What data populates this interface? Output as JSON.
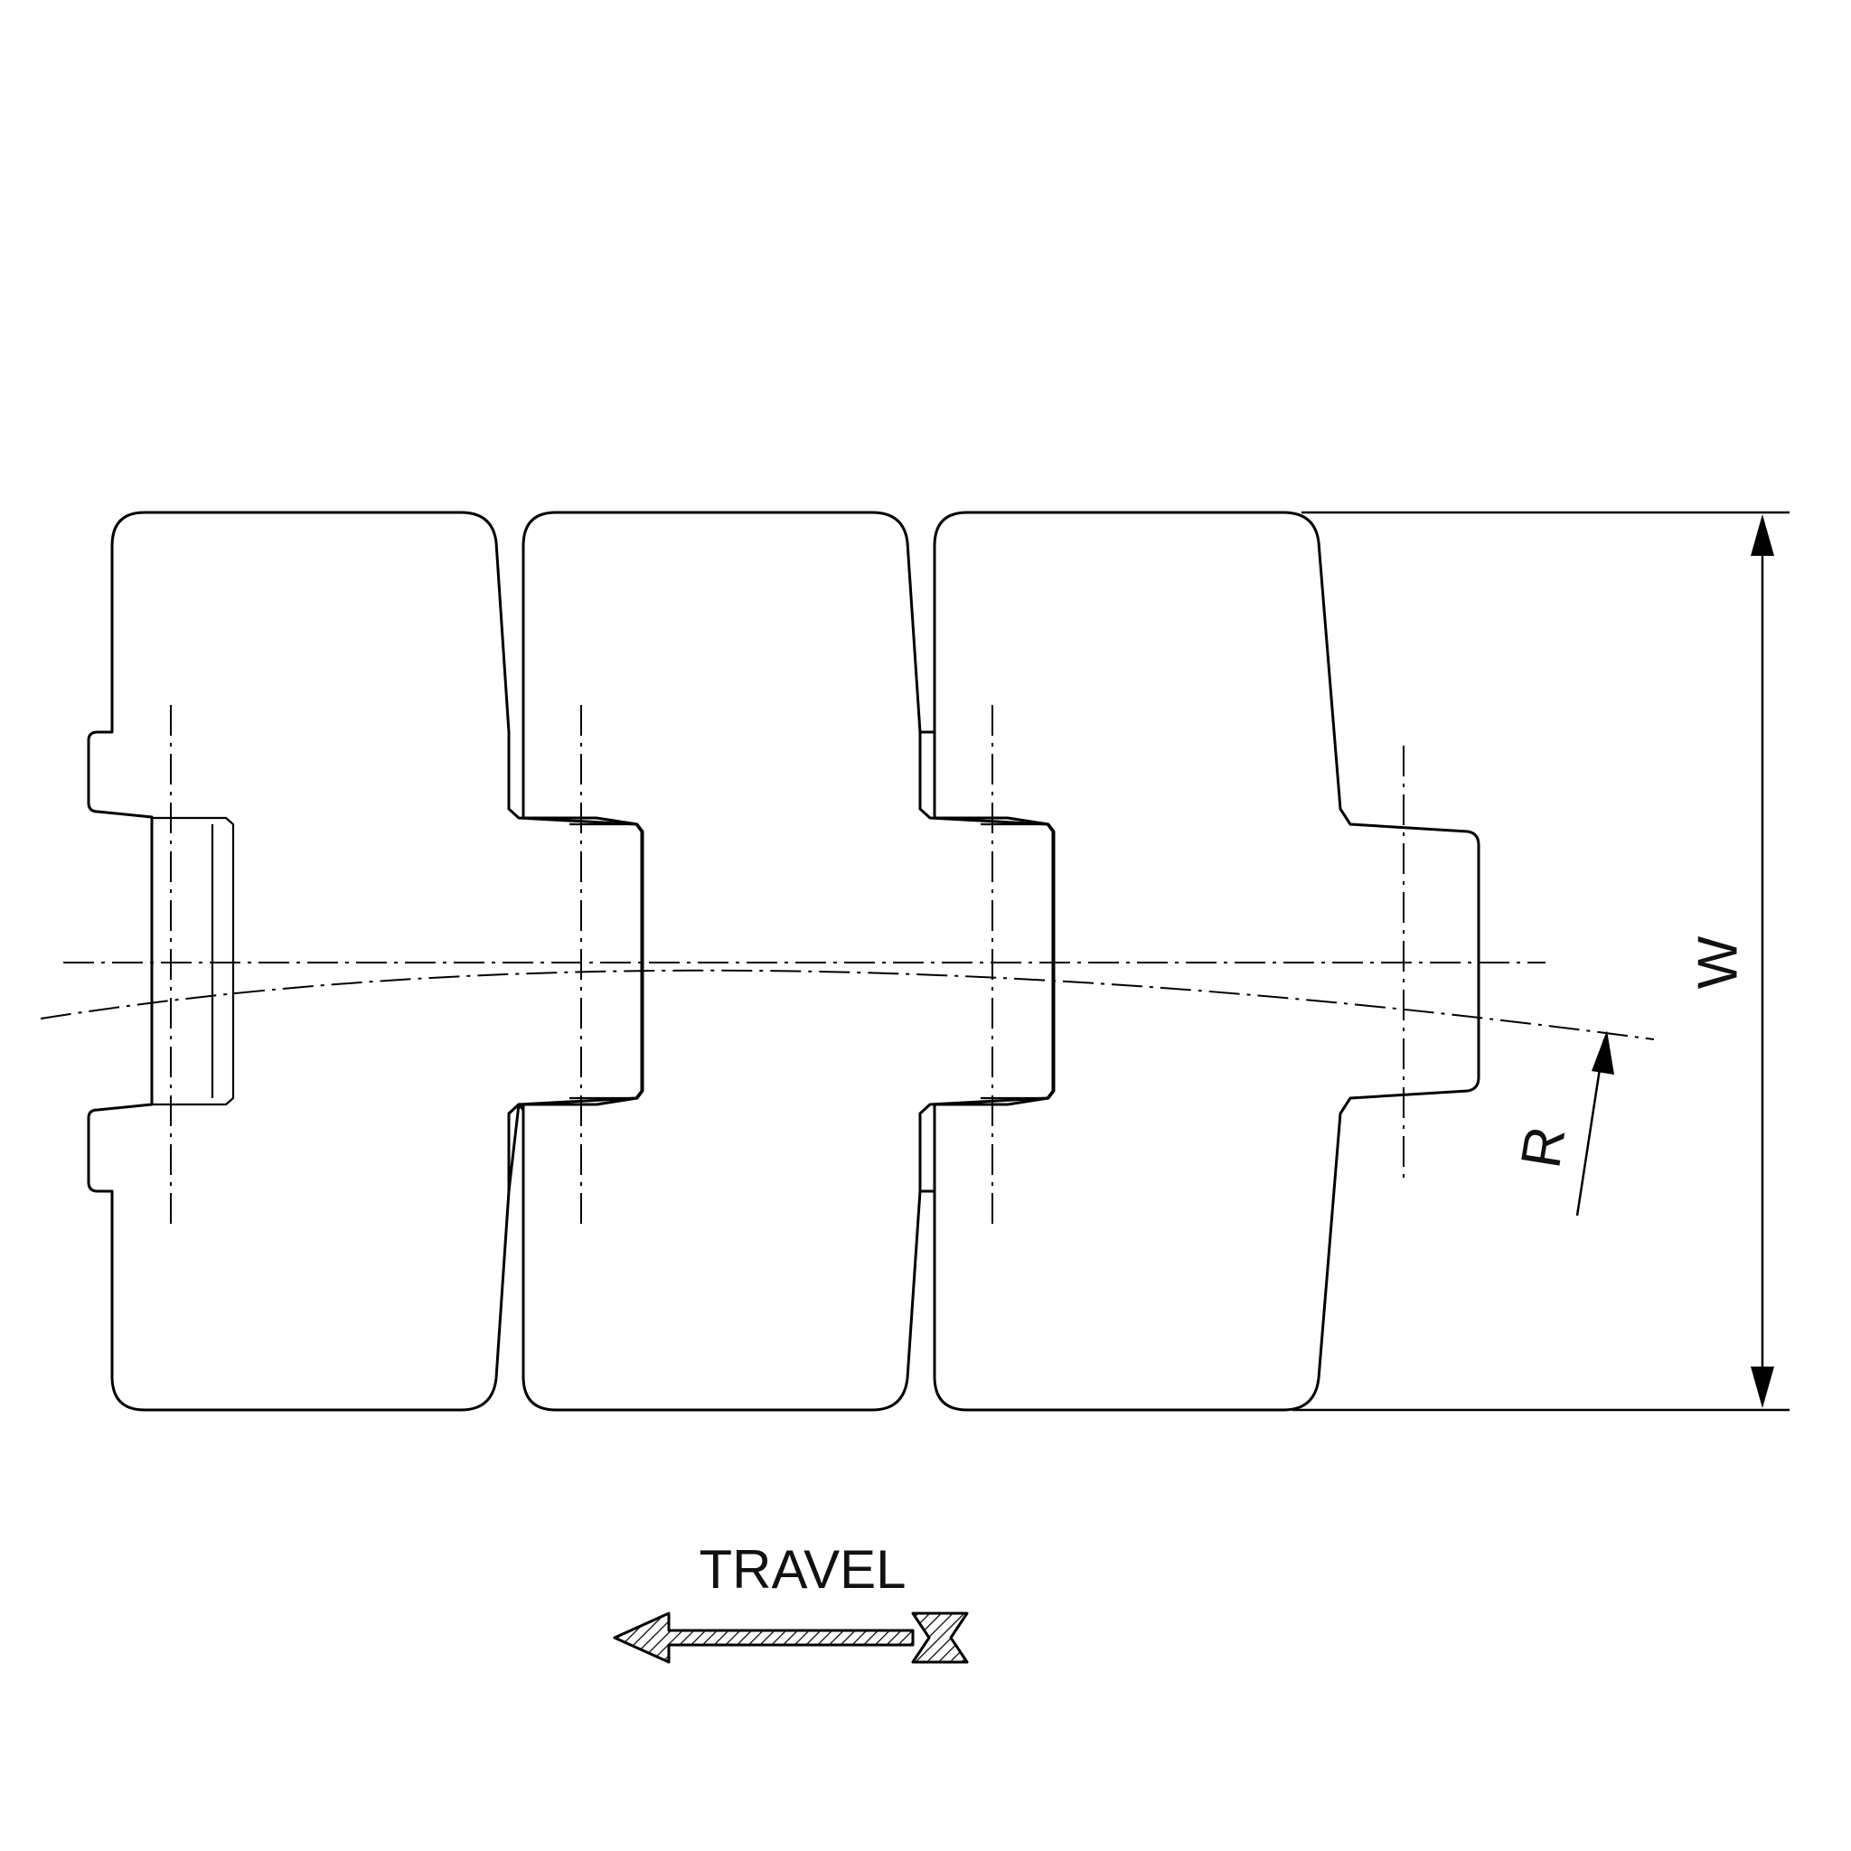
{
  "labels": {
    "width": "W",
    "radius": "R",
    "travel": "TRAVEL"
  },
  "colors": {
    "line": "#000000",
    "background": "#ffffff"
  }
}
